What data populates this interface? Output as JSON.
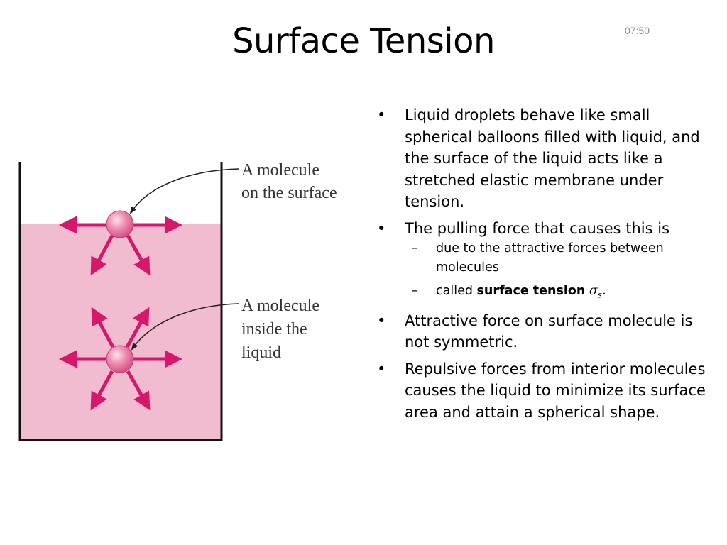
{
  "slide": {
    "title": "Surface Tension",
    "timestamp": "07:50"
  },
  "figure": {
    "label_surface_line1": "A molecule",
    "label_surface_line2": "on the surface",
    "label_inside_line1": "A molecule",
    "label_inside_line2": "inside the",
    "label_inside_line3": "liquid",
    "colors": {
      "liquid": "#f2bcd0",
      "arrow": "#d6186c",
      "molecule": "#e25a8c",
      "container": "#111111"
    }
  },
  "bullets": {
    "marker": "•",
    "dash": "–",
    "b1": "Liquid droplets behave like small spherical balloons filled with liquid, and the surface of the liquid acts like a stretched elastic membrane under tension.",
    "b2": "The pulling force that causes this is",
    "b2_sub1": "due to the attractive forces between molecules",
    "b2_sub2_prefix": "called ",
    "b2_sub2_bold": "surface tension",
    "b2_sub2_symbol": "σ",
    "b2_sub2_subscript": "s",
    "b2_sub2_suffix": ".",
    "b3": "Attractive force on surface molecule is not symmetric.",
    "b4": "Repulsive forces from interior molecules causes the liquid to minimize its surface area and attain a spherical shape."
  }
}
